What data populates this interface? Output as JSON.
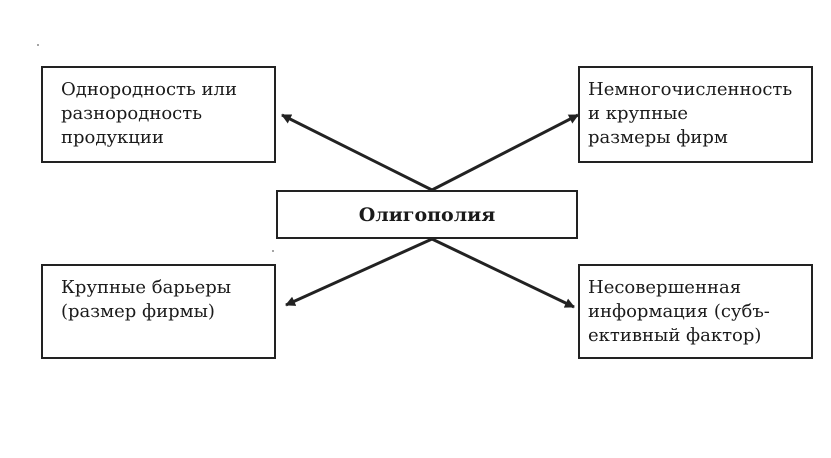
{
  "center": {
    "label": "Олигополия"
  },
  "boxes": {
    "top_left": {
      "text": "Однородность или\nразнородность\nпродукции"
    },
    "top_right": {
      "text": "Немногочисленность\nи крупные\nразмеры фирм"
    },
    "bottom_left": {
      "text": "Крупные барьеры\n(размер фирмы)"
    },
    "bottom_right": {
      "text": "Несовершенная\nинформация (субъ-\nективный фактор)"
    }
  },
  "colors": {
    "line": "#222222",
    "background": "#ffffff"
  }
}
